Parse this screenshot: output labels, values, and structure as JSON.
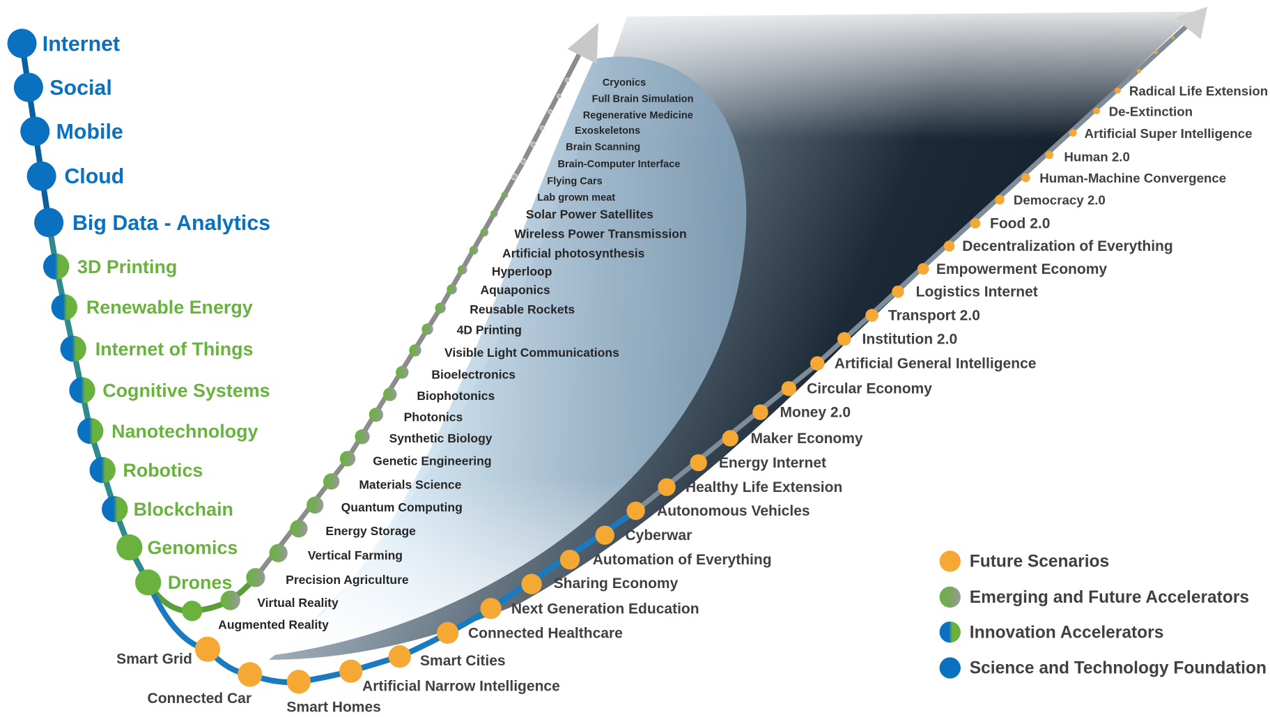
{
  "colors": {
    "foundation": "#0a70c0",
    "accelerator": "#6ab23e",
    "future": "#f5a833",
    "emerging_grey": "#8c8c8c",
    "text": "#404040"
  },
  "foundation": [
    "Internet",
    "Social",
    "Mobile",
    "Cloud",
    "Big Data - Analytics"
  ],
  "innovation_accelerators": [
    "3D Printing",
    "Renewable Energy",
    "Internet of Things",
    "Cognitive Systems",
    "Nanotechnology",
    "Robotics",
    "Blockchain",
    "Genomics",
    "Drones"
  ],
  "emerging_accelerators": [
    "Augmented Reality",
    "Virtual  Reality",
    "Precision Agriculture",
    "Vertical Farming",
    "Energy Storage",
    "Quantum Computing",
    "Materials Science",
    "Genetic Engineering",
    "Synthetic Biology",
    "Photonics",
    "Biophotonics",
    "Bioelectronics",
    "Visible Light Communications",
    "4D Printing",
    "Reusable Rockets",
    "Aquaponics",
    "Hyperloop",
    "Artificial photosynthesis",
    "Wireless Power Transmission",
    "Solar Power Satellites",
    "Lab grown meat",
    "Flying Cars",
    "Brain-Computer Interface",
    "Brain Scanning",
    "Exoskeletons",
    "Regenerative Medicine",
    "Full Brain Simulation",
    "Cryonics"
  ],
  "future_scenarios": [
    "Smart Grid",
    "Connected Car",
    "Smart Homes",
    "Artificial Narrow Intelligence",
    "Smart Cities",
    "Connected Healthcare",
    "Next Generation  Education",
    "Sharing  Economy",
    "Automation of Everything",
    "Cyberwar",
    "Autonomous Vehicles",
    "Healthy Life Extension",
    "Energy Internet",
    "Maker Economy",
    "Money 2.0",
    "Circular Economy",
    "Artificial General Intelligence",
    "Institution 2.0",
    "Transport  2.0",
    "Logistics Internet",
    "Empowerment Economy",
    "Decentralization of Everything",
    "Food 2.0",
    "Democracy 2.0",
    "Human-Machine Convergence",
    "Human 2.0",
    "Artificial Super Intelligence",
    "De-Extinction",
    "Radical Life Extension"
  ],
  "legend": [
    {
      "label": "Future Scenarios",
      "style": "future"
    },
    {
      "label": "Emerging and Future Accelerators",
      "style": "emerging"
    },
    {
      "label": "Innovation Accelerators",
      "style": "innovation"
    },
    {
      "label": "Science and Technology Foundation",
      "style": "foundation"
    }
  ]
}
